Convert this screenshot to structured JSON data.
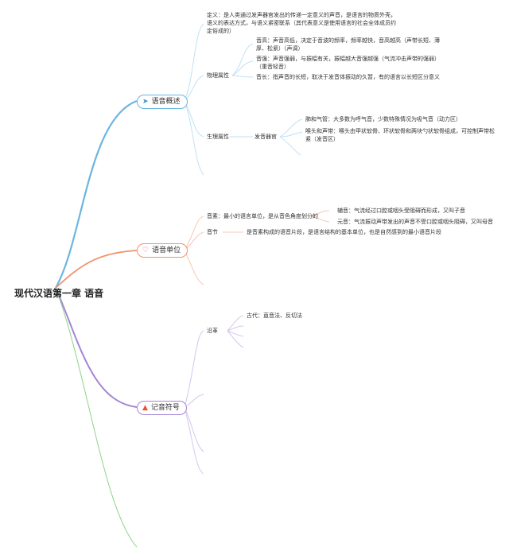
{
  "root": "现代汉语第一章 语音",
  "branches": [
    {
      "label": "语音概述",
      "color": "#6bb6e0",
      "icon": "paper-plane-icon",
      "sub": [
        {
          "label": "定义",
          "text": "定义：是人类通过发声器官发出的传递一定意义的声音，是语言的物质外壳，语义的表达方式，与语义紧密联系（其代表意义是使用语言的社会全体成员约定俗成的）"
        },
        {
          "label": "物理属性",
          "children": [
            "音高：声音高低，决定于音波的频率，频率越快，音高越高（声带长短、薄厚、松紧）（声调）",
            "音强：声音强弱，与振幅有关，振幅越大音强越强（气流冲击声带的强弱）（重音轻音）",
            "音长：指声音的长短，取决于发音体振动的久暂，有的语言以长短区分意义"
          ]
        },
        {
          "label": "生理属性",
          "mid": "发音器官",
          "children": [
            "肺和气管：大多数为呼气音，少数特殊情况为吸气音（动力区）",
            "喉头和声带：喉头由甲状软骨、环状软骨和两块勺状软骨组成，可控制声带松紧（发音区）"
          ]
        }
      ]
    },
    {
      "label": "语音单位",
      "color": "#f0916a",
      "icon": "heart-icon",
      "sub": [
        {
          "label": "音素",
          "text": "音素：最小的语言单位，是从音色角度划分的",
          "children": [
            "辅音：气流经过口腔或咽头受阻碍而形成，又叫子音",
            "元音：气流振动声带发出的声音不受口腔或咽头阻碍，又叫母音"
          ]
        },
        {
          "label": "音节",
          "text": "是音素构成的语音片段，是语言结构的基本单位，也是自然感到的最小语音片段"
        }
      ]
    },
    {
      "label": "记音符号",
      "color": "#a586d6",
      "icon": "fire-icon",
      "sub": [
        {
          "label": "沿革",
          "children": [
            "古代：直音法、反切法"
          ]
        }
      ]
    }
  ]
}
